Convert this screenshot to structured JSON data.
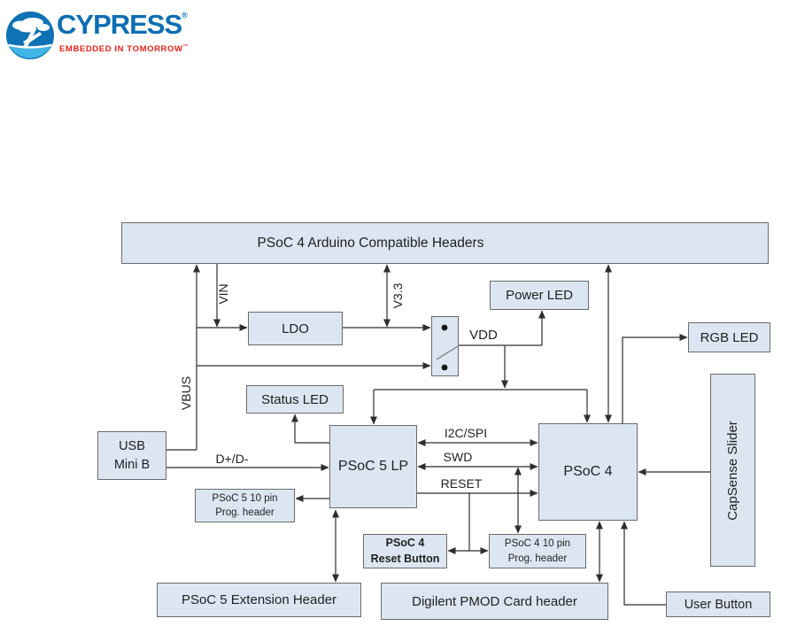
{
  "logo": {
    "wordmark": "CYPRESS",
    "reg": "®",
    "tagline": "EMBEDDED IN TOMORROW",
    "tm": "™"
  },
  "diagram": {
    "arduino_header": "PSoC 4 Arduino Compatible Headers",
    "ldo": "LDO",
    "power_led": "Power LED",
    "rgb_led": "RGB LED",
    "status_led": "Status LED",
    "usb": {
      "lines": [
        "USB",
        "Mini B"
      ]
    },
    "psoc5": "PSoC 5 LP",
    "psoc4": "PSoC 4",
    "capsense": "CapSense Slider",
    "psoc5_prog": {
      "lines": [
        "PSoC 5 10 pin",
        "Prog. header"
      ]
    },
    "psoc4_reset": {
      "lines": [
        "PSoC 4",
        "Reset Button"
      ]
    },
    "psoc4_prog": {
      "lines": [
        "PSoC 4 10 pin",
        "Prog. header"
      ]
    },
    "psoc5_ext": "PSoC 5 Extension Header",
    "pmod": "Digilent PMOD Card header",
    "user_button": "User Button",
    "wire_labels": {
      "vin": "VIN",
      "v33": "V3.3",
      "vbus": "VBUS",
      "vdd": "VDD",
      "dpdm": "D+/D-",
      "i2cspi": "I2C/SPI",
      "swd": "SWD",
      "reset": "RESET"
    }
  },
  "colors": {
    "box_fill": "#dce6f2",
    "box_border": "#6b6b6b",
    "wire": "#2e2e2e",
    "logo_circle_blue": "#0e72b4",
    "logo_swoosh_light_blue": "#41b6e6",
    "wordmark_blue": "#0e6eb2",
    "tagline_red": "#e2231a"
  }
}
